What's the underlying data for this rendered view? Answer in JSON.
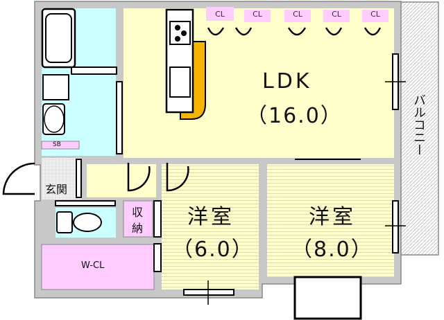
{
  "rooms": {
    "ldk": {
      "name": "LDK",
      "size": "（16.0）"
    },
    "western1": {
      "name": "洋室",
      "size": "（6.0）"
    },
    "western2": {
      "name": "洋室",
      "size": "（8.0）"
    },
    "entrance": "玄関",
    "storage": [
      "収",
      "納"
    ],
    "wcl": "W-CL",
    "sb": "SB",
    "balcony": "バルコニー",
    "closets": [
      "CL",
      "CL",
      "CL",
      "CL",
      "CL"
    ]
  },
  "colors": {
    "wall": "#c8c8c8",
    "ldk": "#ffffcc",
    "wet": "#ccffff",
    "closet": "#ffccff",
    "counter": "#f5b400"
  }
}
